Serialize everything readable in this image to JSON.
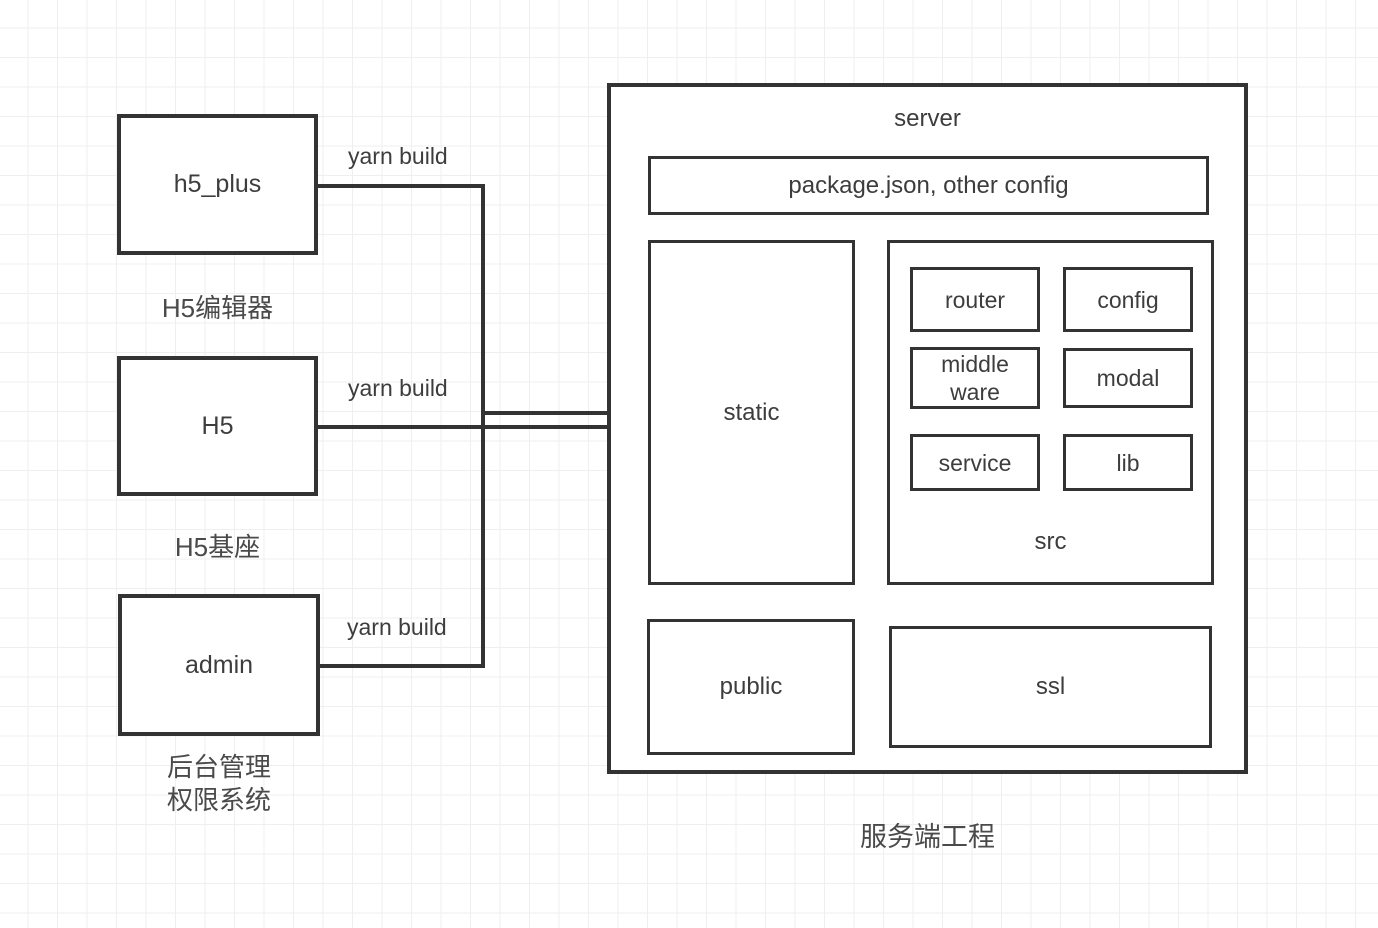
{
  "colors": {
    "stroke": "#333333",
    "text": "#3d3d3d",
    "caption_text": "#4a4a4a",
    "grid_line": "#efefef",
    "background": "#ffffff"
  },
  "clients": [
    {
      "name": "h5_plus",
      "caption_lines": [
        "H5编辑器"
      ],
      "edge_label": "yarn build"
    },
    {
      "name": "H5",
      "caption_lines": [
        "H5基座"
      ],
      "edge_label": "yarn build"
    },
    {
      "name": "admin",
      "caption_lines": [
        "后台管理",
        "权限系统"
      ],
      "edge_label": "yarn build"
    }
  ],
  "server": {
    "title": "server",
    "config_bar_label": "package.json, other config",
    "static_label": "static",
    "src_group": {
      "label": "src",
      "modules": [
        "router",
        "config",
        "middle ware",
        "modal",
        "service",
        "lib"
      ]
    },
    "public_label": "public",
    "ssl_label": "ssl",
    "caption": "服务端工程"
  }
}
